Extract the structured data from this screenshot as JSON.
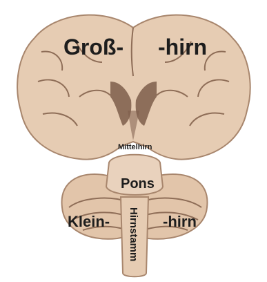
{
  "labels": {
    "grosshirn_left": "Groß-",
    "grosshirn_right": "-hirn",
    "mittelhirn": "Mittelhirn",
    "pons": "Pons",
    "kleinhirn_left": "Klein-",
    "kleinhirn_right": "-hirn",
    "hirnstamm": "Hirnstamm"
  },
  "colors": {
    "tissue": "#e6ccb3",
    "tissue_shadow": "#cfaf93",
    "sulcus": "#8e6d57",
    "ventricle": "#7d5d4a",
    "text": "#1d1d1d"
  }
}
